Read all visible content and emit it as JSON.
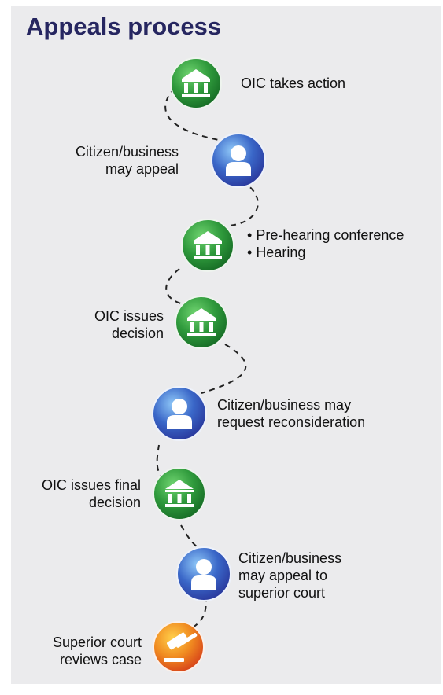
{
  "title": "Appeals process",
  "colors": {
    "panel": "#ebebed",
    "title": "#262660",
    "agency_node": "#2f9a3c",
    "person_node": "#3a67c8",
    "court_node": "#e8601c"
  },
  "steps": [
    {
      "icon": "bank-icon",
      "lines": [
        "OIC takes action"
      ]
    },
    {
      "icon": "person-icon",
      "lines": [
        "Citizen/business",
        "may appeal"
      ]
    },
    {
      "icon": "bank-icon",
      "bullets": [
        "Pre-hearing conference",
        "Hearing"
      ]
    },
    {
      "icon": "bank-icon",
      "lines": [
        "OIC issues",
        "decision"
      ]
    },
    {
      "icon": "person-icon",
      "lines": [
        "Citizen/business may",
        "request reconsideration"
      ]
    },
    {
      "icon": "bank-icon",
      "lines": [
        "OIC issues final",
        "decision"
      ]
    },
    {
      "icon": "person-icon",
      "lines": [
        "Citizen/business",
        "may appeal to",
        "superior court"
      ]
    },
    {
      "icon": "gavel-icon",
      "lines": [
        "Superior court",
        "reviews case"
      ]
    }
  ]
}
